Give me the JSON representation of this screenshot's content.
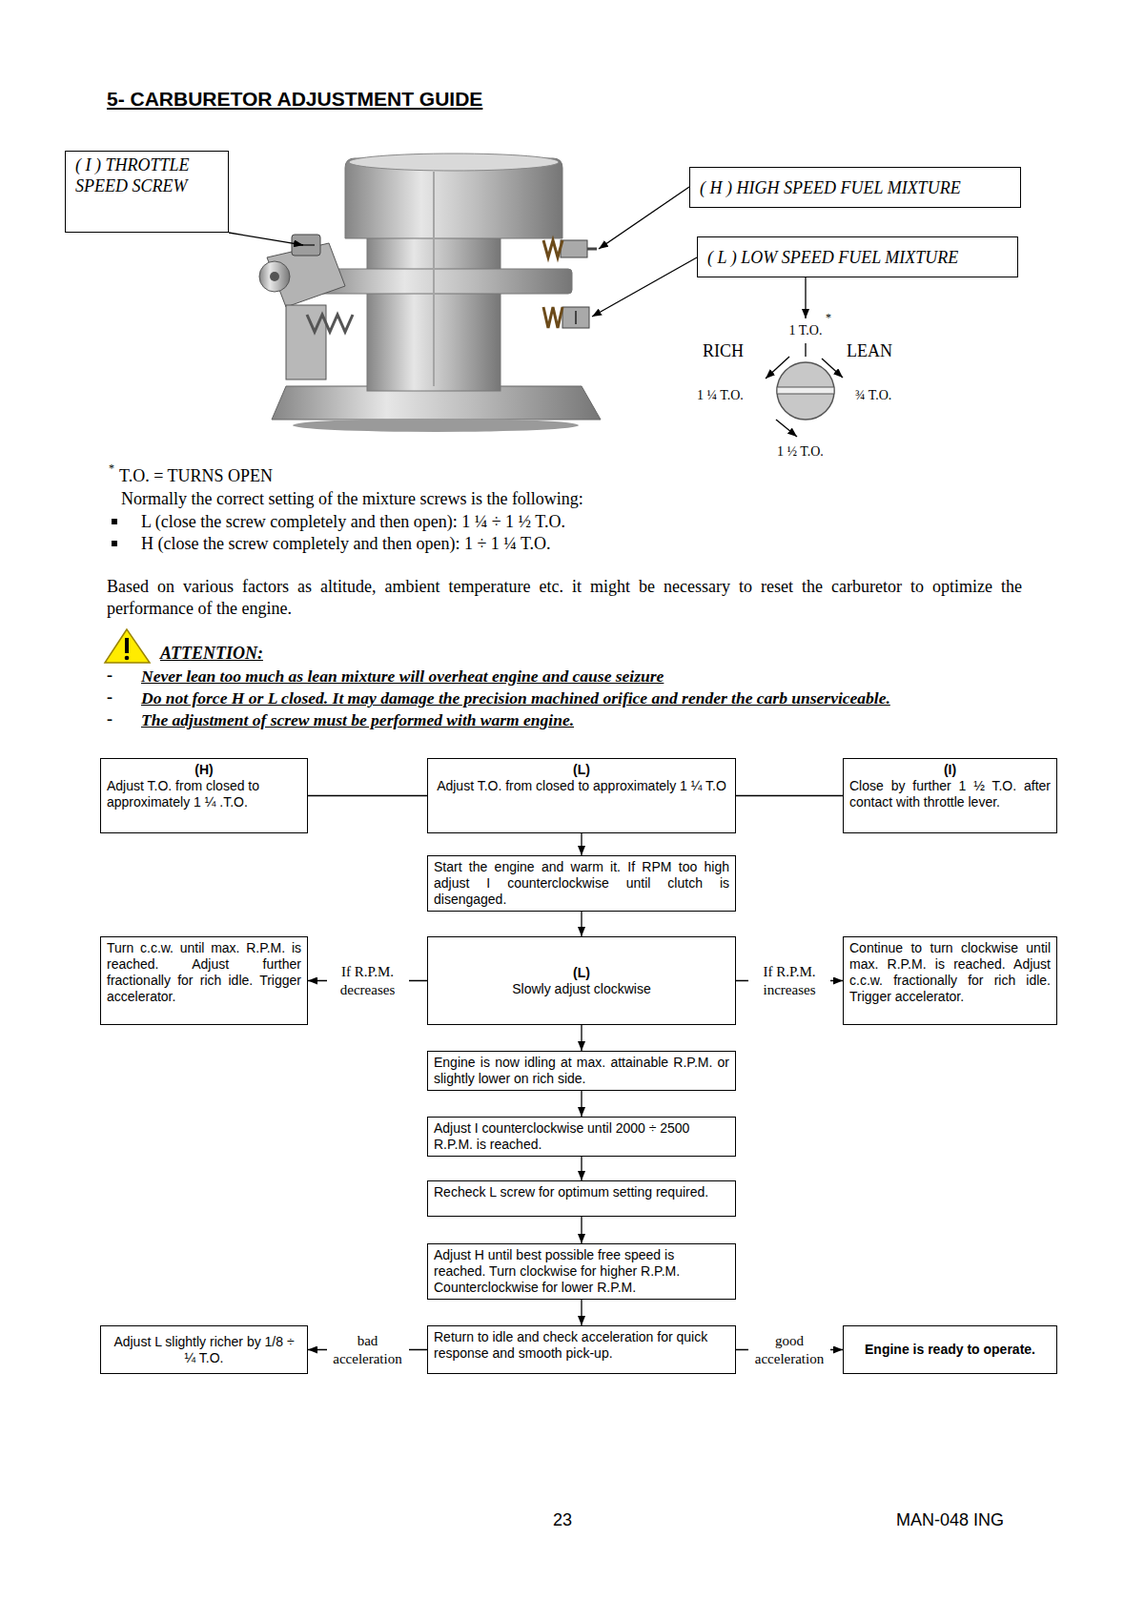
{
  "diagram": {
    "title": "5- CARBURETOR ADJUSTMENT GUIDE",
    "nodes": [
      {
        "text": [
          "( I ) THROTTLE SPEED SCREW"
        ]
      },
      {
        "text": [
          "( H ) HIGH SPEED FUEL MIXTURE"
        ]
      },
      {
        "text": [
          "( L ) LOW SPEED FUEL MIXTURE"
        ]
      },
      {
        "text": [
          "(H)",
          "Adjust T.O. from closed to approximately 1 ¼ .T.O."
        ]
      },
      {
        "text": [
          "(L)",
          "Adjust T.O. from closed to approximately 1 ¼ T.O"
        ]
      },
      {
        "text": [
          "(I)",
          "Close by further 1 ½ T.O. after contact with throttle lever."
        ]
      },
      {
        "text": [
          "Start the engine and warm it. If RPM too high adjust I counterclockwise until clutch is disengaged."
        ]
      },
      {
        "text": [
          "Turn c.c.w. until max. R.P.M. is reached. Adjust further fractionally for rich idle. Trigger accelerator."
        ]
      },
      {
        "text": [
          "(L)",
          "Slowly adjust clockwise"
        ]
      },
      {
        "text": [
          "Continue to turn clockwise until max. R.P.M. is reached. Adjust c.c.w. fractionally for rich idle. Trigger accelerator."
        ]
      },
      {
        "text": [
          "Engine is now idling at max. attainable R.P.M. or slightly lower on rich side."
        ]
      },
      {
        "text": [
          "Adjust I counterclockwise until 2000 ÷ 2500 R.P.M. is reached."
        ]
      },
      {
        "text": [
          "Recheck L screw for optimum setting required."
        ]
      },
      {
        "text": [
          "Adjust H until best possible free speed is reached. Turn clockwise for higher R.P.M. Counterclockwise for lower R.P.M."
        ]
      },
      {
        "text": [
          "Adjust L slightly richer by 1/8 ÷ ¼ T.O."
        ]
      },
      {
        "text": [
          "Return to idle and check acceleration for quick response and smooth pick-up."
        ]
      },
      {
        "text": [
          "Engine is ready to operate."
        ]
      }
    ],
    "edges": [
      {
        "from": 3,
        "to": 4,
        "arrow": "none"
      },
      {
        "from": 4,
        "to": 5,
        "arrow": "none"
      },
      {
        "from": 4,
        "to": 6,
        "arrow": "to"
      },
      {
        "from": 6,
        "to": 8,
        "arrow": "to"
      },
      {
        "from": 8,
        "to": 7,
        "label": "If R.P.M. decreases",
        "arrow": "to"
      },
      {
        "from": 8,
        "to": 9,
        "label": "If R.P.M. increases",
        "arrow": "to"
      },
      {
        "from": 8,
        "to": 10,
        "arrow": "to"
      },
      {
        "from": 10,
        "to": 11,
        "arrow": "to"
      },
      {
        "from": 11,
        "to": 12,
        "arrow": "to"
      },
      {
        "from": 12,
        "to": 13,
        "arrow": "to"
      },
      {
        "from": 13,
        "to": 15,
        "arrow": "to"
      },
      {
        "from": 15,
        "to": 14,
        "label": "bad acceleration",
        "arrow": "to"
      },
      {
        "from": 15,
        "to": 16,
        "label": "good acceleration",
        "arrow": "to"
      }
    ],
    "labels": [
      "1 T.O.",
      "*",
      "RICH",
      "LEAN",
      "1 ¼ T.O.",
      "¾ T.O.",
      "1 ½ T.O.",
      "*",
      "T.O. = TURNS OPEN",
      "Normally the correct setting of the mixture screws is the following:",
      "L (close the screw completely and then open): 1 ¼ ÷ 1 ½ T.O.",
      "H (close the screw completely and then open): 1 ÷ 1 ¼ T.O.",
      "Based on various factors as altitude, ambient temperature etc. it might be necessary to reset the carburetor to optimize the performance of the engine.",
      "ATTENTION:",
      "-",
      "Never lean too much as lean mixture will overheat engine and cause seizure",
      "-",
      "Do not force H or L closed. It may damage the precision machined orifice and render the carb unserviceable.",
      "-",
      "The adjustment of screw must be performed with warm engine.",
      "23",
      "MAN-048 ING"
    ]
  }
}
